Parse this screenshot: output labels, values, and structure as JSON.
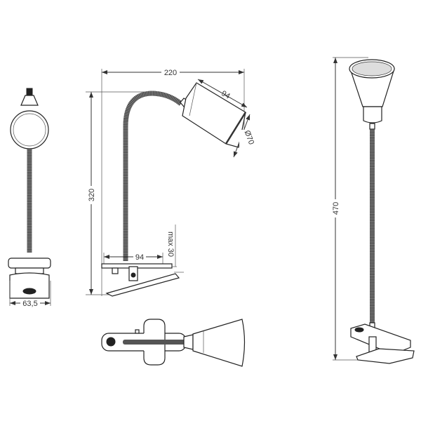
{
  "dimensions": {
    "overall_width": "220",
    "head_length": "94",
    "head_diameter": "Ø70",
    "side_height": "320",
    "clamp_max_opening": "max 30",
    "clamp_length": "94",
    "clamp_width": "63,5",
    "total_height": "470"
  },
  "colors": {
    "line": "#333333",
    "background": "#ffffff"
  }
}
